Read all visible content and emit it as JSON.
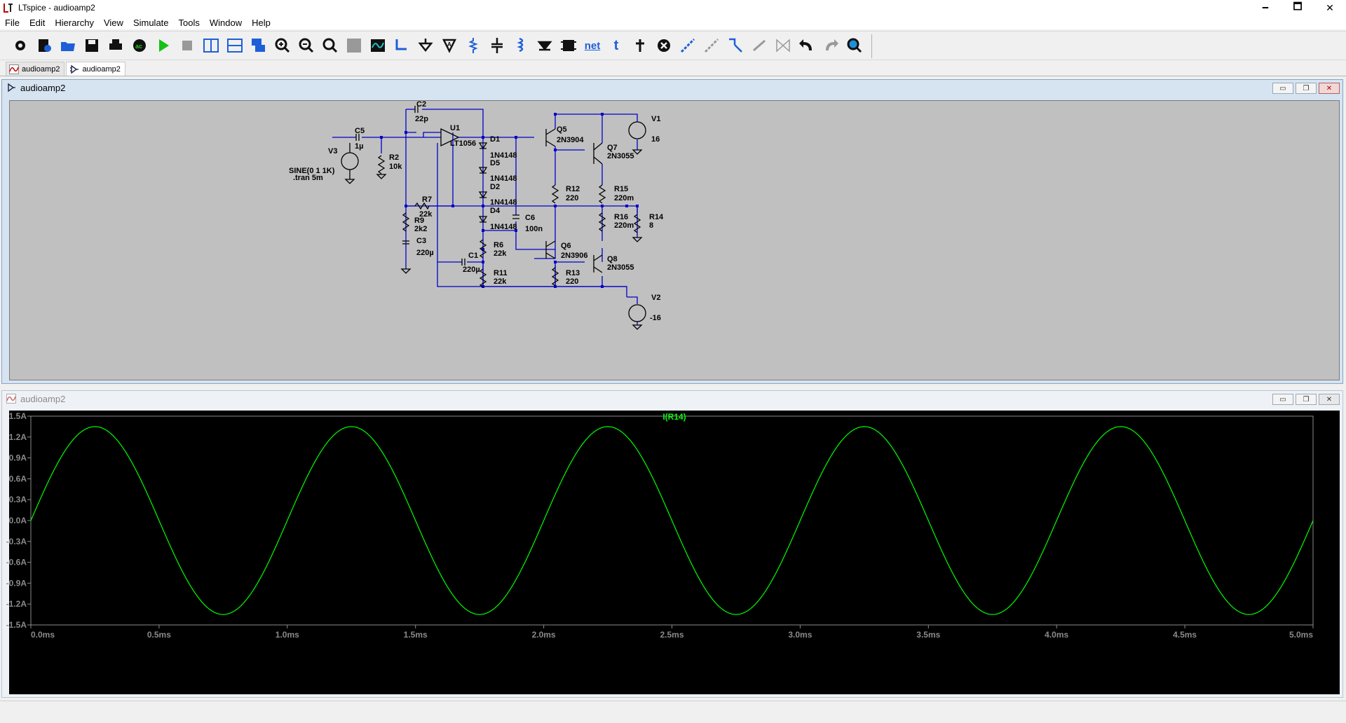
{
  "window": {
    "title": "LTspice - audioamp2",
    "minimize": "🗕",
    "maximize": "🗖",
    "close": "✕"
  },
  "menu": [
    "File",
    "Edit",
    "Hierarchy",
    "View",
    "Simulate",
    "Tools",
    "Window",
    "Help"
  ],
  "toolbar": {
    "icons": [
      "settings-icon",
      "new-schematic-icon",
      "open-icon",
      "save-icon",
      "print-icon",
      "control-panel-icon",
      "run-icon",
      "halt-icon",
      "tile-vertical-icon",
      "tile-horizontal-icon",
      "cascade-icon",
      "zoom-in-icon",
      "zoom-out-icon",
      "zoom-fit-icon",
      "autorange-icon",
      "pick-trace-icon",
      "wire-icon",
      "ground-icon",
      "label-icon",
      "resistor-icon",
      "capacitor-icon",
      "inductor-icon",
      "diode-icon",
      "component-icon",
      "spice-netlist-icon",
      "text-icon",
      "spice-directive-icon",
      "delete-icon",
      "move-icon",
      "drag-icon",
      "rotate-icon",
      "mirror-icon",
      "flip-icon",
      "undo-icon",
      "redo-icon",
      "find-icon"
    ],
    "net_label": "net",
    "text_label": "t"
  },
  "tabs": [
    {
      "label": "audioamp2",
      "kind": "waveform"
    },
    {
      "label": "audioamp2",
      "kind": "schematic"
    }
  ],
  "schematic": {
    "title": "audioamp2",
    "components": [
      {
        "ref": "C2",
        "value": "22p"
      },
      {
        "ref": "C5",
        "value": "1µ"
      },
      {
        "ref": "V3",
        "value": "SINE(0 1 1K)"
      },
      {
        "ref": "R2",
        "value": "10k"
      },
      {
        "ref": "U1",
        "value": "LT1056"
      },
      {
        "ref": "D1",
        "value": "1N4148"
      },
      {
        "ref": "D5",
        "value": "1N4148"
      },
      {
        "ref": "D2",
        "value": "1N4148"
      },
      {
        "ref": "D4",
        "value": "1N4148"
      },
      {
        "ref": "Q5",
        "value": "2N3904"
      },
      {
        "ref": "Q7",
        "value": "2N3055"
      },
      {
        "ref": "V1",
        "value": "16"
      },
      {
        "ref": "R7",
        "value": "22k"
      },
      {
        "ref": "R9",
        "value": "2k2"
      },
      {
        "ref": "C3",
        "value": "220µ"
      },
      {
        "ref": "C6",
        "value": "100n"
      },
      {
        "ref": "R12",
        "value": "220"
      },
      {
        "ref": "R15",
        "value": "220m"
      },
      {
        "ref": "R16",
        "value": "220m"
      },
      {
        "ref": "R14",
        "value": "8"
      },
      {
        "ref": "R6",
        "value": "22k"
      },
      {
        "ref": "Q6",
        "value": "2N3906"
      },
      {
        "ref": "C1",
        "value": "220µ"
      },
      {
        "ref": "R11",
        "value": "22k"
      },
      {
        "ref": "R13",
        "value": "220"
      },
      {
        "ref": "Q8",
        "value": "2N3055"
      },
      {
        "ref": "V2",
        "value": "-16"
      }
    ],
    "directive": ".tran 5m"
  },
  "waveform": {
    "title": "audioamp2"
  },
  "chart_data": {
    "type": "line",
    "series": [
      {
        "name": "I(R14)",
        "color": "#00ff00",
        "amplitude": 1.35,
        "frequency_khz": 1.0,
        "phase": 0
      }
    ],
    "x": {
      "min": 0,
      "max": 5.0,
      "unit": "ms",
      "ticks": [
        "0.0ms",
        "0.5ms",
        "1.0ms",
        "1.5ms",
        "2.0ms",
        "2.5ms",
        "3.0ms",
        "3.5ms",
        "4.0ms",
        "4.5ms",
        "5.0ms"
      ],
      "values": [
        0,
        0.5,
        1.0,
        1.5,
        2.0,
        2.5,
        3.0,
        3.5,
        4.0,
        4.5,
        5.0
      ]
    },
    "y": {
      "min": -1.5,
      "max": 1.5,
      "unit": "A",
      "ticks": [
        "1.5A",
        "1.2A",
        "0.9A",
        "0.6A",
        "0.3A",
        "0.0A",
        "-0.3A",
        "-0.6A",
        "-0.9A",
        "-1.2A",
        "-1.5A"
      ],
      "values": [
        1.5,
        1.2,
        0.9,
        0.6,
        0.3,
        0.0,
        -0.3,
        -0.6,
        -0.9,
        -1.2,
        -1.5
      ]
    },
    "grid": false,
    "background": "#000000"
  }
}
